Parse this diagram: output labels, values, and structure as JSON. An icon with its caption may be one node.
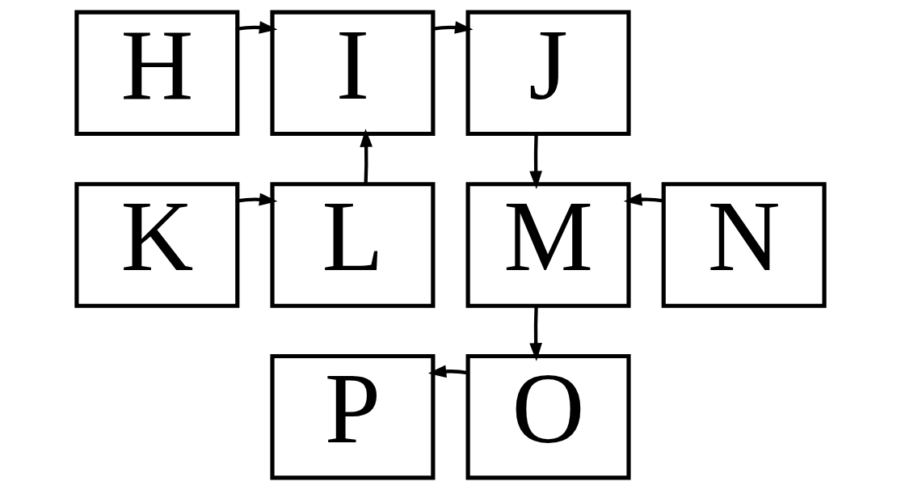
{
  "diagram": {
    "nodes": [
      {
        "text": [
          "H"
        ]
      },
      {
        "text": [
          "I"
        ]
      },
      {
        "text": [
          "J"
        ]
      },
      {
        "text": [
          "K"
        ]
      },
      {
        "text": [
          "L"
        ]
      },
      {
        "text": [
          "M"
        ]
      },
      {
        "text": [
          "N"
        ]
      },
      {
        "text": [
          "O"
        ]
      },
      {
        "text": [
          "P"
        ]
      }
    ],
    "edges": [
      {
        "from": 0,
        "to": 1,
        "arrow": "to"
      },
      {
        "from": 1,
        "to": 2,
        "arrow": "to"
      },
      {
        "from": 2,
        "to": 5,
        "arrow": "to"
      },
      {
        "from": 3,
        "to": 4,
        "arrow": "to"
      },
      {
        "from": 4,
        "to": 1,
        "arrow": "to"
      },
      {
        "from": 6,
        "to": 5,
        "arrow": "to"
      },
      {
        "from": 5,
        "to": 7,
        "arrow": "to"
      },
      {
        "from": 7,
        "to": 8,
        "arrow": "to"
      }
    ]
  }
}
